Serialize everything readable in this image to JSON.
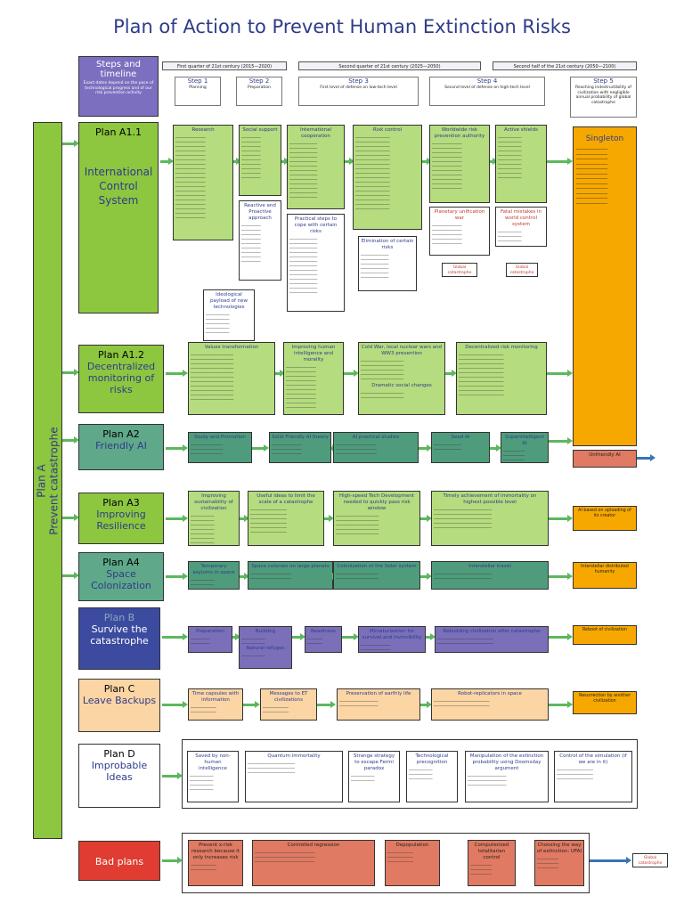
{
  "title": "Plan of Action to Prevent Human Extinction Risks",
  "steps_header": {
    "title": "Steps and timeline",
    "subtitle": "Exact dates depend on the pace of technological progress and of our risk prevention activity"
  },
  "eras": [
    "First quarter of 21st century (2015—2020)",
    "Second quarter of 21st century (2025—2050)",
    "Second half of the 21st century (2050—2100)"
  ],
  "steps": [
    {
      "label": "Step 1",
      "desc": "Planning"
    },
    {
      "label": "Step 2",
      "desc": "Preparation"
    },
    {
      "label": "Step 3",
      "desc": "First level of defense on low-tech level"
    },
    {
      "label": "Step 4",
      "desc": "Second level of defense on high-tech level"
    },
    {
      "label": "Step 5",
      "desc": "Reaching indestructibility of civilization with negligible annual probability of global catastrophe"
    }
  ],
  "plan_a": {
    "label": "Plan A",
    "sub": "Prevent catastrophe"
  },
  "plans": {
    "a11": {
      "id": "Plan A1.1",
      "name": "International Control System"
    },
    "a12": {
      "id": "Plan A1.2",
      "name": "Decentralized monitoring of risks"
    },
    "a2": {
      "id": "Plan A2",
      "name": "Friendly AI"
    },
    "a3": {
      "id": "Plan A3",
      "name": "Improving Resilience"
    },
    "a4": {
      "id": "Plan A4",
      "name": "Space Colonization"
    },
    "b": {
      "id": "Plan B",
      "name": "Survive the catastrophe"
    },
    "c": {
      "id": "Plan C",
      "name": "Leave Backups"
    },
    "d": {
      "id": "Plan D",
      "name": "Improbable Ideas"
    },
    "bad": {
      "id": "Bad plans"
    }
  },
  "cells": {
    "a11": [
      "Research",
      "Social support",
      "International cooperation",
      "Risk control",
      "Worldwide risk prevention authority",
      "Active shields"
    ],
    "a11_extra": [
      "Reactive and Proactive approach",
      "Practical steps to cope with certain risks",
      "Elimination of certain risks",
      "Planetary unification war",
      "Fatal mistakes in world control system",
      "Ideological payload of new technologies"
    ],
    "red": [
      "Global catastrophe",
      "Global catastrophe"
    ],
    "a12": [
      "Values transformation",
      "Improving human intelligence and morality",
      "Cold War, local nuclear wars and WW3 prevention",
      "Decentralized risk monitoring",
      "Dramatic social changes"
    ],
    "a2": [
      "Study and Promotion",
      "Solid Friendly AI theory",
      "AI practical studies",
      "Seed AI",
      "Superintelligent AI"
    ],
    "a3": [
      "Improving sustainability of civilization",
      "Useful ideas to limit the scale of a catastrophe",
      "High-speed Tech Development needed to quickly pass risk window",
      "Timely achievement of immortality on highest possible level"
    ],
    "a4": [
      "Temporary asylums in space",
      "Space colonies on large planets",
      "Colonization of the Solar system",
      "Interstellar travel"
    ],
    "b": [
      "Preparation",
      "Building",
      "Natural refuges",
      "Readiness",
      "Miniaturization for survival and invincibility",
      "Rebuilding civilization after catastrophe"
    ],
    "c": [
      "Time capsules with information",
      "Messages to ET civilizations",
      "Preservation of earthly life",
      "Robot-replicators in space"
    ],
    "d": [
      "Saved by non-human intelligence",
      "Quantum immortality",
      "Strange strategy to escape Fermi paradox",
      "Technological precognition",
      "Manipulation of the extinction probability using Doomsday argument",
      "Control of the simulation (if we are in it)"
    ],
    "bad": [
      "Prevent x-risk research because it only increases risk",
      "Controlled regression",
      "Depopulation",
      "Computerized totalitarian control",
      "Choosing the way of extinction: UFAI"
    ]
  },
  "right": {
    "singleton": "Singleton",
    "unfriendly": "Unfriendly AI",
    "a3": "AI based on uploading of its creator",
    "a4": "Interstellar distributed humanity",
    "b": "Reboot of civilization",
    "c": "Resurrection by another civilization",
    "bad": "Global catastrophe"
  }
}
